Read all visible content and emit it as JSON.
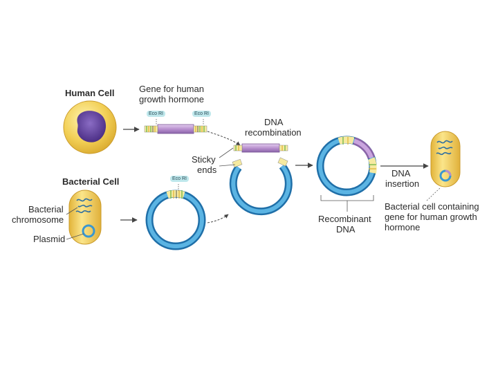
{
  "labels": {
    "human_cell": "Human Cell",
    "gene_for_human_line1": "Gene for human",
    "gene_for_human_line2": "growth hormone",
    "dna_recombination_line1": "DNA",
    "dna_recombination_line2": "recombination",
    "sticky_ends_line1": "Sticky",
    "sticky_ends_line2": "ends",
    "bacterial_cell": "Bacterial Cell",
    "bacterial_chromosome_line1": "Bacterial",
    "bacterial_chromosome_line2": "chromosome",
    "plasmid": "Plasmid",
    "recombinant_dna_line1": "Recombinant",
    "recombinant_dna_line2": "DNA",
    "dna_insertion_line1": "DNA",
    "dna_insertion_line2": "insertion",
    "final_cell_line1": "Bacterial cell containing",
    "final_cell_line2": "gene for human growth",
    "final_cell_line3": "hormone"
  },
  "enzyme_tags": {
    "gene_left": "Eco RI",
    "gene_right": "Eco RI",
    "plasmid": "Eco RI"
  },
  "colors": {
    "cell_yellow": "#f2cf55",
    "nucleus_purple": "#6a4aa0",
    "plasmid_blue": "#3a97d0",
    "gene_purple": "#b58ccc",
    "chromosome_blue": "#2f6fa0"
  }
}
